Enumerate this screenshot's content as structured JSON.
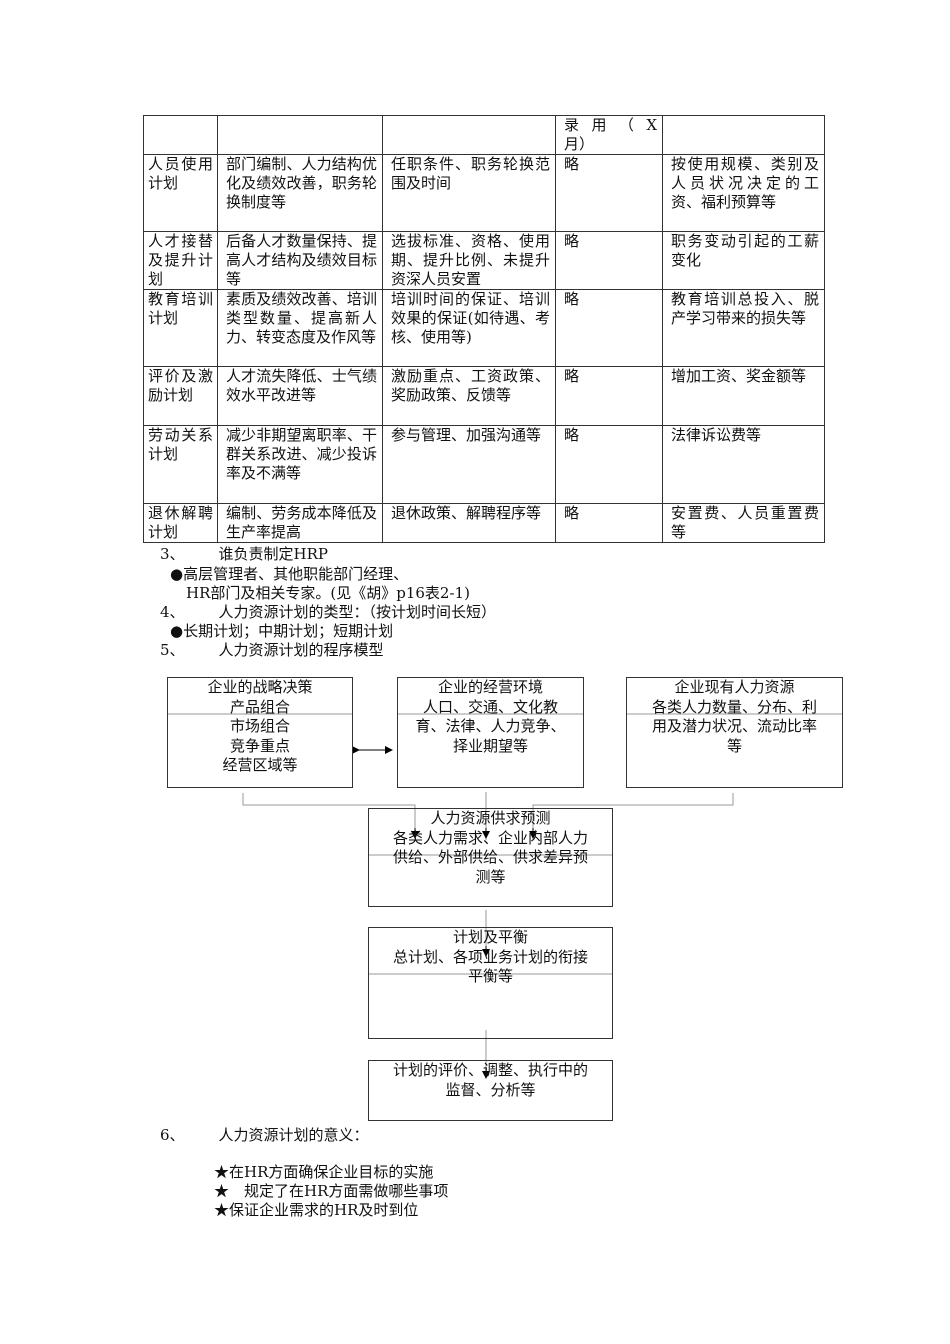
{
  "table": {
    "rows": [
      [
        "",
        "",
        "",
        "录 用 （ X 月）",
        ""
      ],
      [
        "人员使用计划",
        "部门编制、人力结构优化及绩效改善，职务轮换制度等",
        "任职条件、职务轮换范围及时间",
        "略",
        "按使用规模、类别及人员状况决定的工资、福利预算等"
      ],
      [
        "人才接替及提升计划",
        "后备人才数量保持、提高人才结构及绩效目标等",
        "选拔标准、资格、使用期、提升比例、未提升资深人员安置",
        "略",
        "职务变动引起的工薪变化"
      ],
      [
        "教育培训计划",
        "素质及绩效改善、培训类型数量、提高新人力、转变态度及作风等",
        "培训时间的保证、培训效果的保证(如待遇、考核、使用等)",
        "略",
        "教育培训总投入、脱产学习带来的损失等"
      ],
      [
        "评价及激励计划",
        "人才流失降低、士气绩效水平改进等",
        "激励重点、工资政策、奖励政策、反馈等",
        "略",
        "增加工资、奖金额等"
      ],
      [
        "劳动关系计划",
        "减少非期望离职率、干群关系改进、减少投诉率及不满等",
        "参与管理、加强沟通等",
        "略",
        "法律诉讼费等"
      ],
      [
        "退休解聘计划",
        "编制、劳务成本降低及生产率提高",
        "退休政策、解聘程序等",
        "略",
        "安置费、人员重置费等"
      ]
    ]
  },
  "sections": {
    "s3_num": "3、",
    "s3_title": "谁负责制定HRP",
    "s3_bullet1": "●高层管理者、其他职能部门经理、",
    "s3_bullet1_cont": "HR部门及相关专家。(见《胡》p16表2-1)",
    "s4_num": "4、",
    "s4_title": "人力资源计划的类型：（按计划时间长短）",
    "s4_bullet": "●长期计划；中期计划；短期计划",
    "s5_num": "5、",
    "s5_title": "人力资源计划的程序模型",
    "s6_num": "6、",
    "s6_title": "人力资源计划的意义：",
    "s6_items": [
      "★在HR方面确保企业目标的实施",
      "★　规定了在HR方面需做哪些事项",
      "★保证企业需求的HR及时到位"
    ]
  },
  "diagram": {
    "strategy": [
      "企业的战略决策",
      "产品组合",
      "市场组合",
      "竞争重点",
      "经营区域等"
    ],
    "environment": [
      "企业的经营环境",
      "人口、交通、文化教",
      "育、法律、人力竞争、",
      "择业期望等"
    ],
    "current_hr": [
      "企业现有人力资源",
      "各类人力数量、分布、利",
      "用及潜力状况、流动比率",
      "等"
    ],
    "forecast": [
      "人力资源供求预测",
      "各类人力需求、企业内部人力",
      "供给、外部供给、供求差异预",
      "测等"
    ],
    "balance": [
      "计划及平衡",
      "总计划、各项业务计划的衔接",
      "平衡等"
    ],
    "evaluation": [
      "计划的评价、调整、执行中的",
      "监督、分析等"
    ]
  }
}
